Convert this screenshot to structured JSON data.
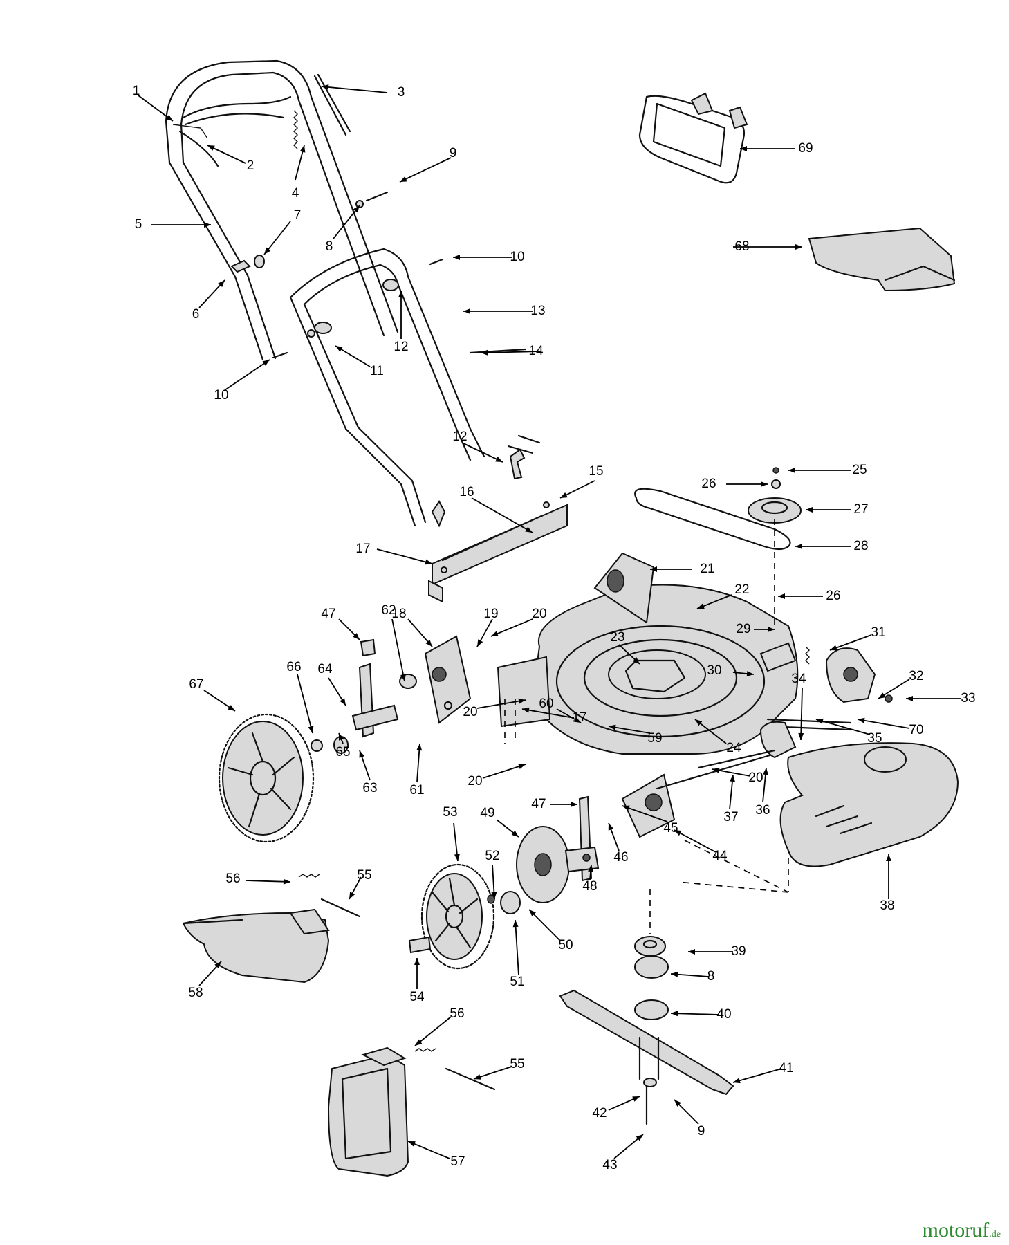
{
  "callouts": [
    {
      "label": "1"
    },
    {
      "label": "2"
    },
    {
      "label": "3"
    },
    {
      "label": "4"
    },
    {
      "label": "5"
    },
    {
      "label": "6"
    },
    {
      "label": "7"
    },
    {
      "label": "8"
    },
    {
      "label": "9"
    },
    {
      "label": "10"
    },
    {
      "label": "10"
    },
    {
      "label": "11"
    },
    {
      "label": "12"
    },
    {
      "label": "12"
    },
    {
      "label": "13"
    },
    {
      "label": "14"
    },
    {
      "label": "15"
    },
    {
      "label": "16"
    },
    {
      "label": "17"
    },
    {
      "label": "17"
    },
    {
      "label": "18"
    },
    {
      "label": "19"
    },
    {
      "label": "20"
    },
    {
      "label": "20"
    },
    {
      "label": "20"
    },
    {
      "label": "20"
    },
    {
      "label": "21"
    },
    {
      "label": "22"
    },
    {
      "label": "23"
    },
    {
      "label": "24"
    },
    {
      "label": "25"
    },
    {
      "label": "26"
    },
    {
      "label": "26"
    },
    {
      "label": "27"
    },
    {
      "label": "28"
    },
    {
      "label": "29"
    },
    {
      "label": "30"
    },
    {
      "label": "31"
    },
    {
      "label": "32"
    },
    {
      "label": "33"
    },
    {
      "label": "34"
    },
    {
      "label": "35"
    },
    {
      "label": "36"
    },
    {
      "label": "37"
    },
    {
      "label": "38"
    },
    {
      "label": "39"
    },
    {
      "label": "8"
    },
    {
      "label": "40"
    },
    {
      "label": "41"
    },
    {
      "label": "42"
    },
    {
      "label": "9"
    },
    {
      "label": "43"
    },
    {
      "label": "44"
    },
    {
      "label": "45"
    },
    {
      "label": "46"
    },
    {
      "label": "47"
    },
    {
      "label": "47"
    },
    {
      "label": "48"
    },
    {
      "label": "49"
    },
    {
      "label": "50"
    },
    {
      "label": "51"
    },
    {
      "label": "52"
    },
    {
      "label": "53"
    },
    {
      "label": "54"
    },
    {
      "label": "55"
    },
    {
      "label": "55"
    },
    {
      "label": "56"
    },
    {
      "label": "56"
    },
    {
      "label": "57"
    },
    {
      "label": "58"
    },
    {
      "label": "59"
    },
    {
      "label": "60"
    },
    {
      "label": "61"
    },
    {
      "label": "62"
    },
    {
      "label": "63"
    },
    {
      "label": "64"
    },
    {
      "label": "65"
    },
    {
      "label": "66"
    },
    {
      "label": "67"
    },
    {
      "label": "68"
    },
    {
      "label": "69"
    },
    {
      "label": "70"
    }
  ],
  "brand": {
    "name": "motoruf",
    "suffix": ".de"
  }
}
